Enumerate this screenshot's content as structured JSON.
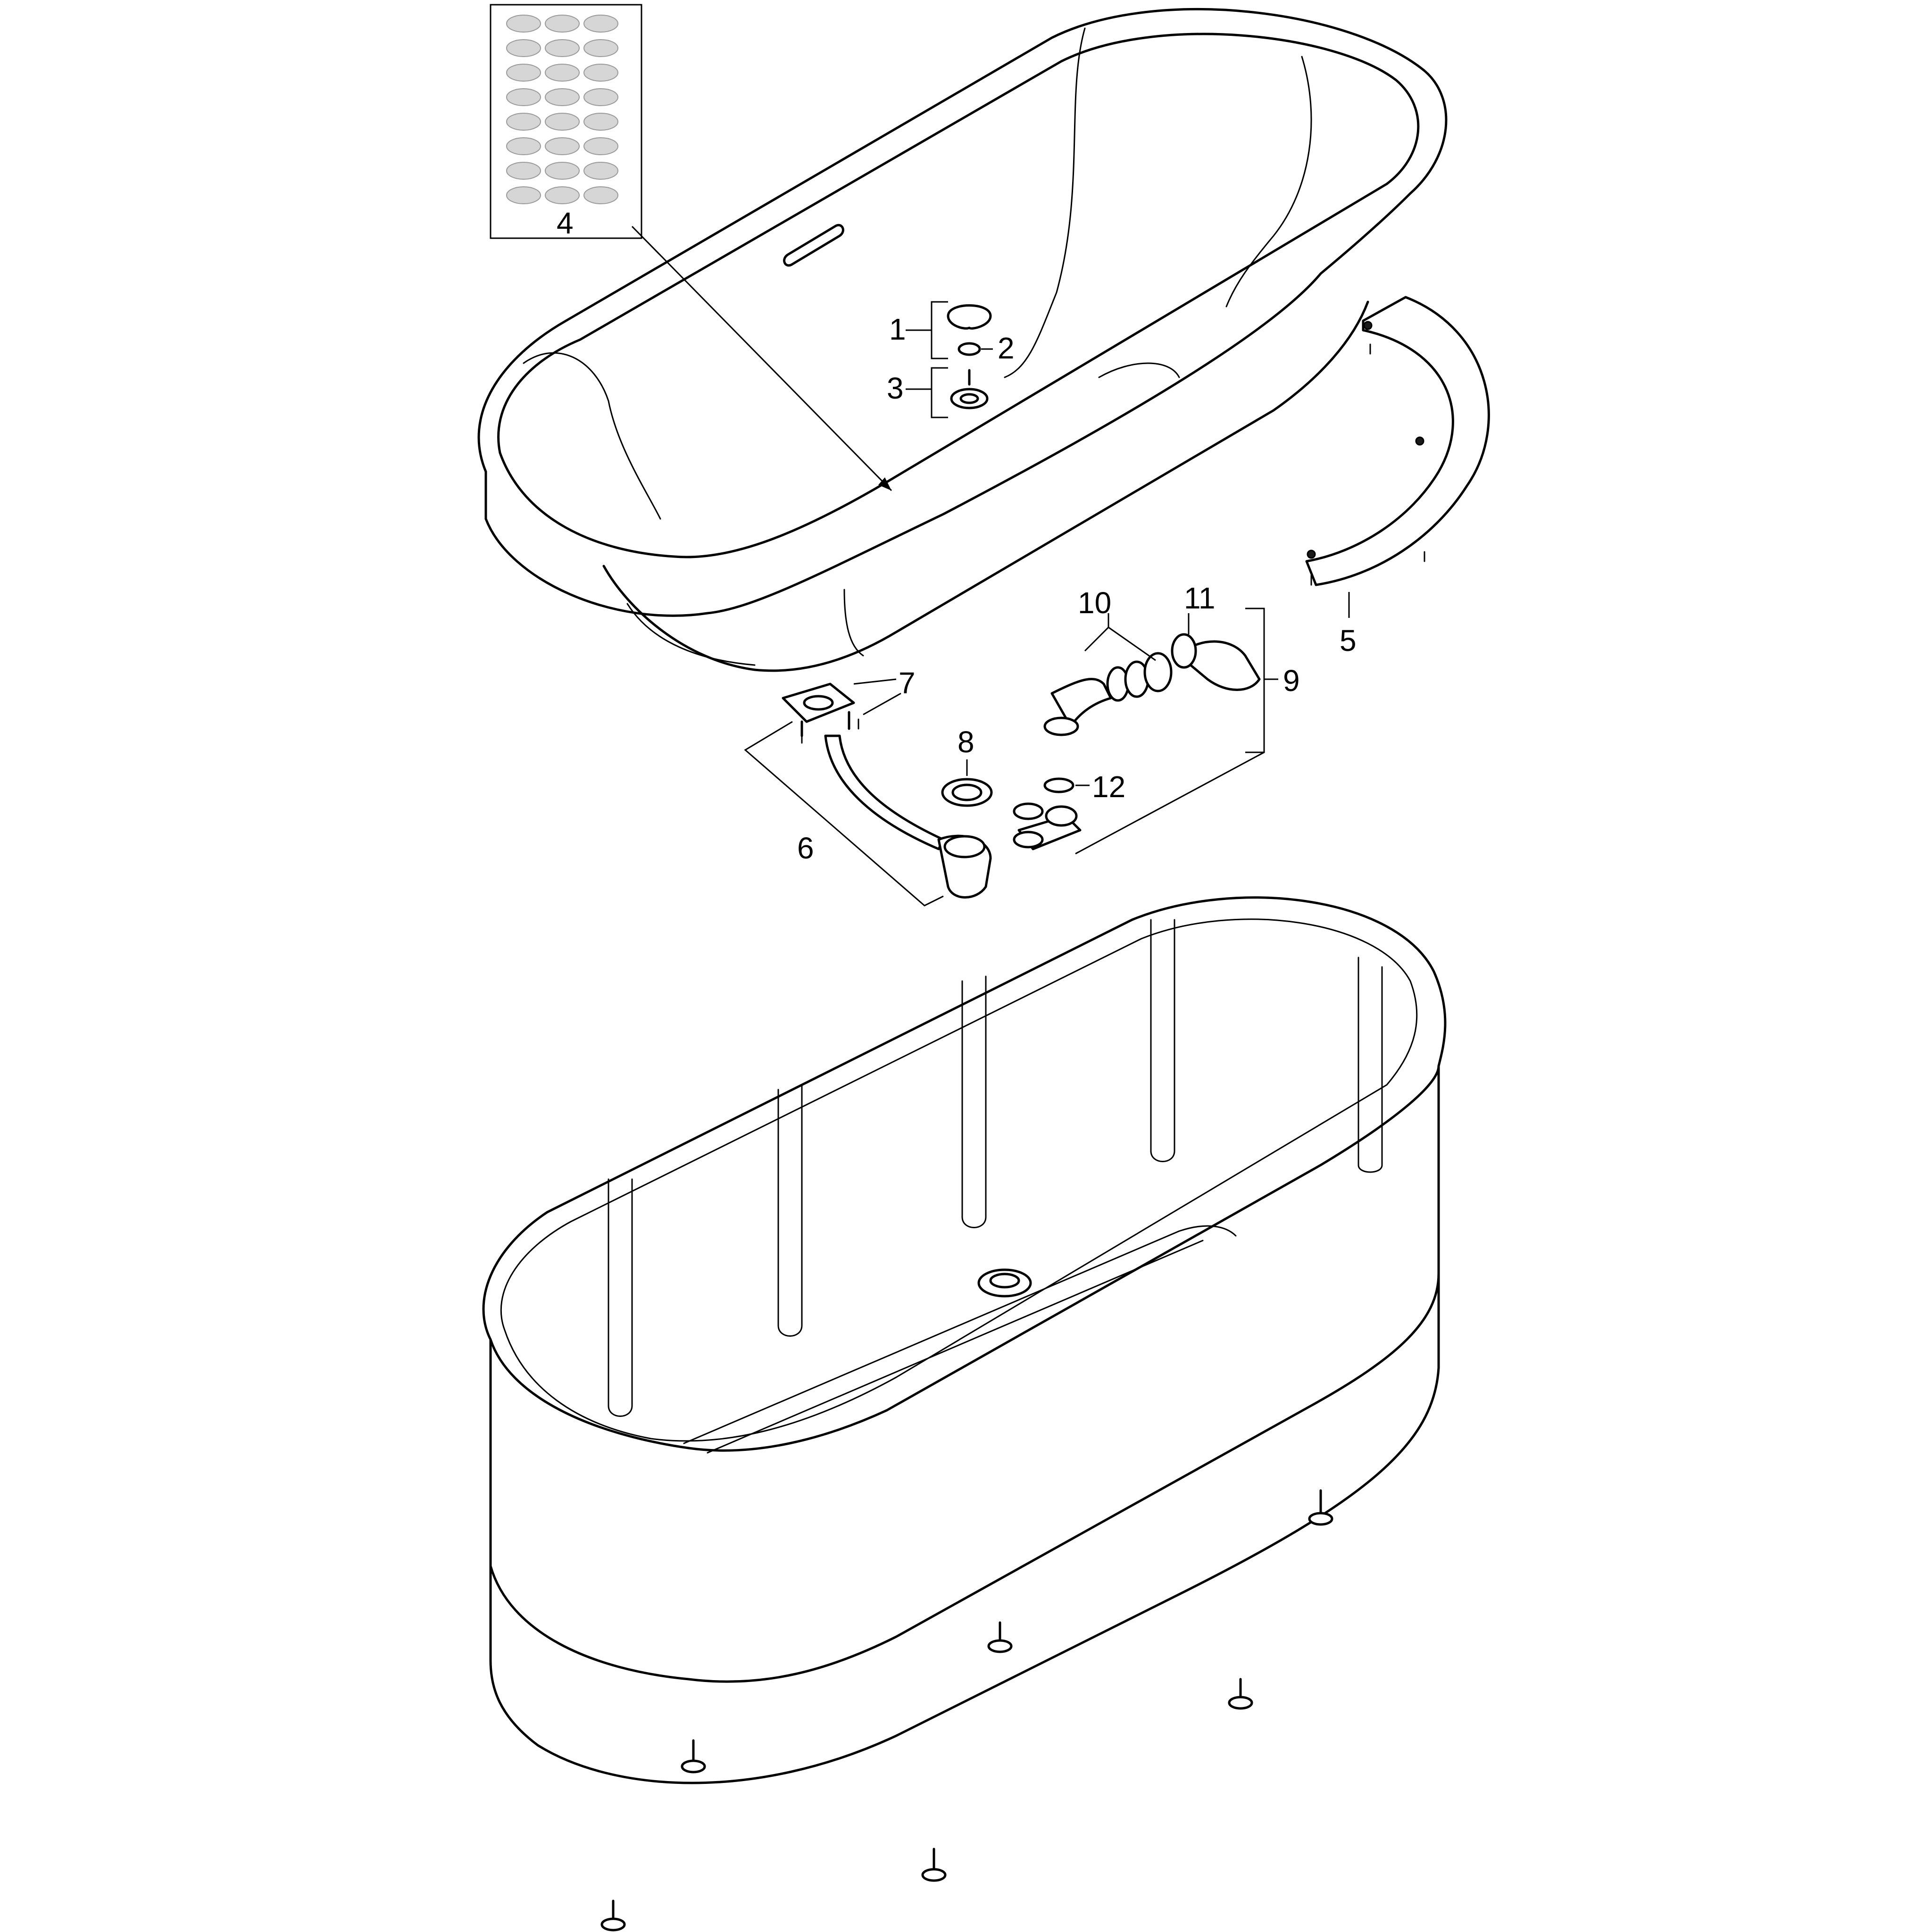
{
  "callouts": [
    {
      "id": "1",
      "label": "1"
    },
    {
      "id": "2",
      "label": "2"
    },
    {
      "id": "3",
      "label": "3"
    },
    {
      "id": "4",
      "label": "4"
    },
    {
      "id": "5",
      "label": "5"
    },
    {
      "id": "6",
      "label": "6"
    },
    {
      "id": "7",
      "label": "7"
    },
    {
      "id": "8",
      "label": "8"
    },
    {
      "id": "9",
      "label": "9"
    },
    {
      "id": "10",
      "label": "10"
    },
    {
      "id": "11",
      "label": "11"
    },
    {
      "id": "12",
      "label": "12"
    }
  ],
  "colors": {
    "line": "#000000",
    "pad_fill": "#d6d6d6",
    "background": "#ffffff"
  }
}
